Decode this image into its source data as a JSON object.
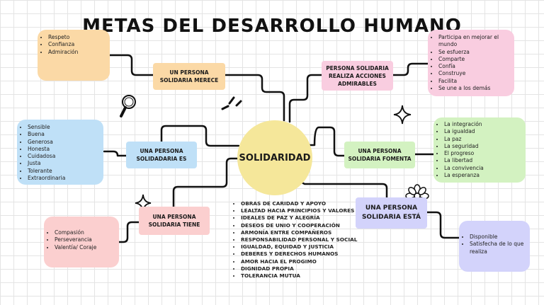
{
  "title": "METAS DEL DESARROLLO HUMANO",
  "center": "SOLIDARIDAD",
  "nodes": {
    "merece": [
      "UN PERSONA",
      "SOLIDARIA MERECE"
    ],
    "acciones": [
      "PERSONA SOLIDARIA",
      "REALIZA ACCIONES",
      "ADMIRABLES"
    ],
    "es": [
      "UNA PERSONA",
      "SOLIDADARIA ES"
    ],
    "fomenta": [
      "UNA PERSONA",
      "SOLIDARIA FOMENTA"
    ],
    "tiene": [
      "UNA PERSONA",
      "SOLIDARIA TIENE"
    ],
    "esta": [
      "UNA PERSONA",
      "SOLIDARIA ESTÁ"
    ]
  },
  "lists": {
    "merece": [
      "Respeto",
      "Confianza",
      "Admiración"
    ],
    "acciones": [
      "Participa en mejorar el mundo",
      "Se esfuerza",
      "Comparte",
      "Confía",
      "Construye",
      "Facilita",
      "Se une a los demás"
    ],
    "es": [
      "Sensible",
      "Buena",
      "Generosa",
      "Honesta",
      "Cuidadosa",
      "Justa",
      "Tolerante",
      "Extraordinaria"
    ],
    "fomenta": [
      "La integración",
      "La igualdad",
      "La paz",
      "La seguridad",
      "El progreso",
      "La libertad",
      "La convivencia",
      "La esperanza"
    ],
    "tiene": [
      "Compasión",
      "Perseverancia",
      "Valentía/ Coraje"
    ],
    "esta": [
      "Disponible",
      "Satisfecha de lo que realiza"
    ],
    "bottom": [
      "Obras de caridad y apoyo",
      "Lealtad hacia principios y valores",
      "Ideales de paz y alegría",
      "Deseos de unio y cooperación",
      "Armonía entre compañeros",
      "Responsabilidad personal y social",
      "Igualdad, equidad y justicia",
      "Deberes y derechos humanos",
      "Amor hacia el progimo",
      "Dignidad propia",
      "Tolerancia mutua"
    ]
  },
  "colors": {
    "orange": "#fbd9a6",
    "pink": "#f9cde0",
    "blue": "#bfe0f7",
    "green": "#d3f2c1",
    "lavender": "#d3d3fb",
    "salmon": "#fbcfcf",
    "yellow": "#f5e79a"
  },
  "icons": [
    "magnifier-icon",
    "sparkle-icon",
    "flower-icon",
    "burst-icon"
  ]
}
